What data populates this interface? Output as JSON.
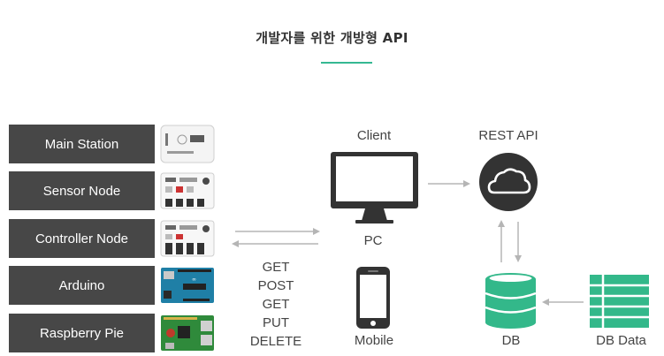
{
  "title": "개발자를 위한 개방형 API",
  "colors": {
    "accent": "#35b892",
    "device_box": "#474747",
    "arrow": "#b5b5b5",
    "db_green": "#33b88a",
    "dark_icon": "#333333"
  },
  "devices": [
    {
      "label": "Main Station",
      "icon": "main-station-board-image"
    },
    {
      "label": "Sensor Node",
      "icon": "sensor-node-board-image"
    },
    {
      "label": "Controller Node",
      "icon": "controller-node-board-image"
    },
    {
      "label": "Arduino",
      "icon": "arduino-board-image"
    },
    {
      "label": "Raspberry Pie",
      "icon": "raspberry-pi-board-image"
    }
  ],
  "methods": [
    "GET",
    "POST",
    "GET",
    "PUT",
    "DELETE"
  ],
  "client": {
    "label": "Client",
    "pc_label": "PC",
    "mobile_label": "Mobile"
  },
  "rest_api": {
    "label": "REST API",
    "icon": "cloud-icon"
  },
  "db": {
    "label": "DB",
    "icon": "database-icon"
  },
  "db_data": {
    "label": "DB Data",
    "icon": "table-grid-icon"
  }
}
